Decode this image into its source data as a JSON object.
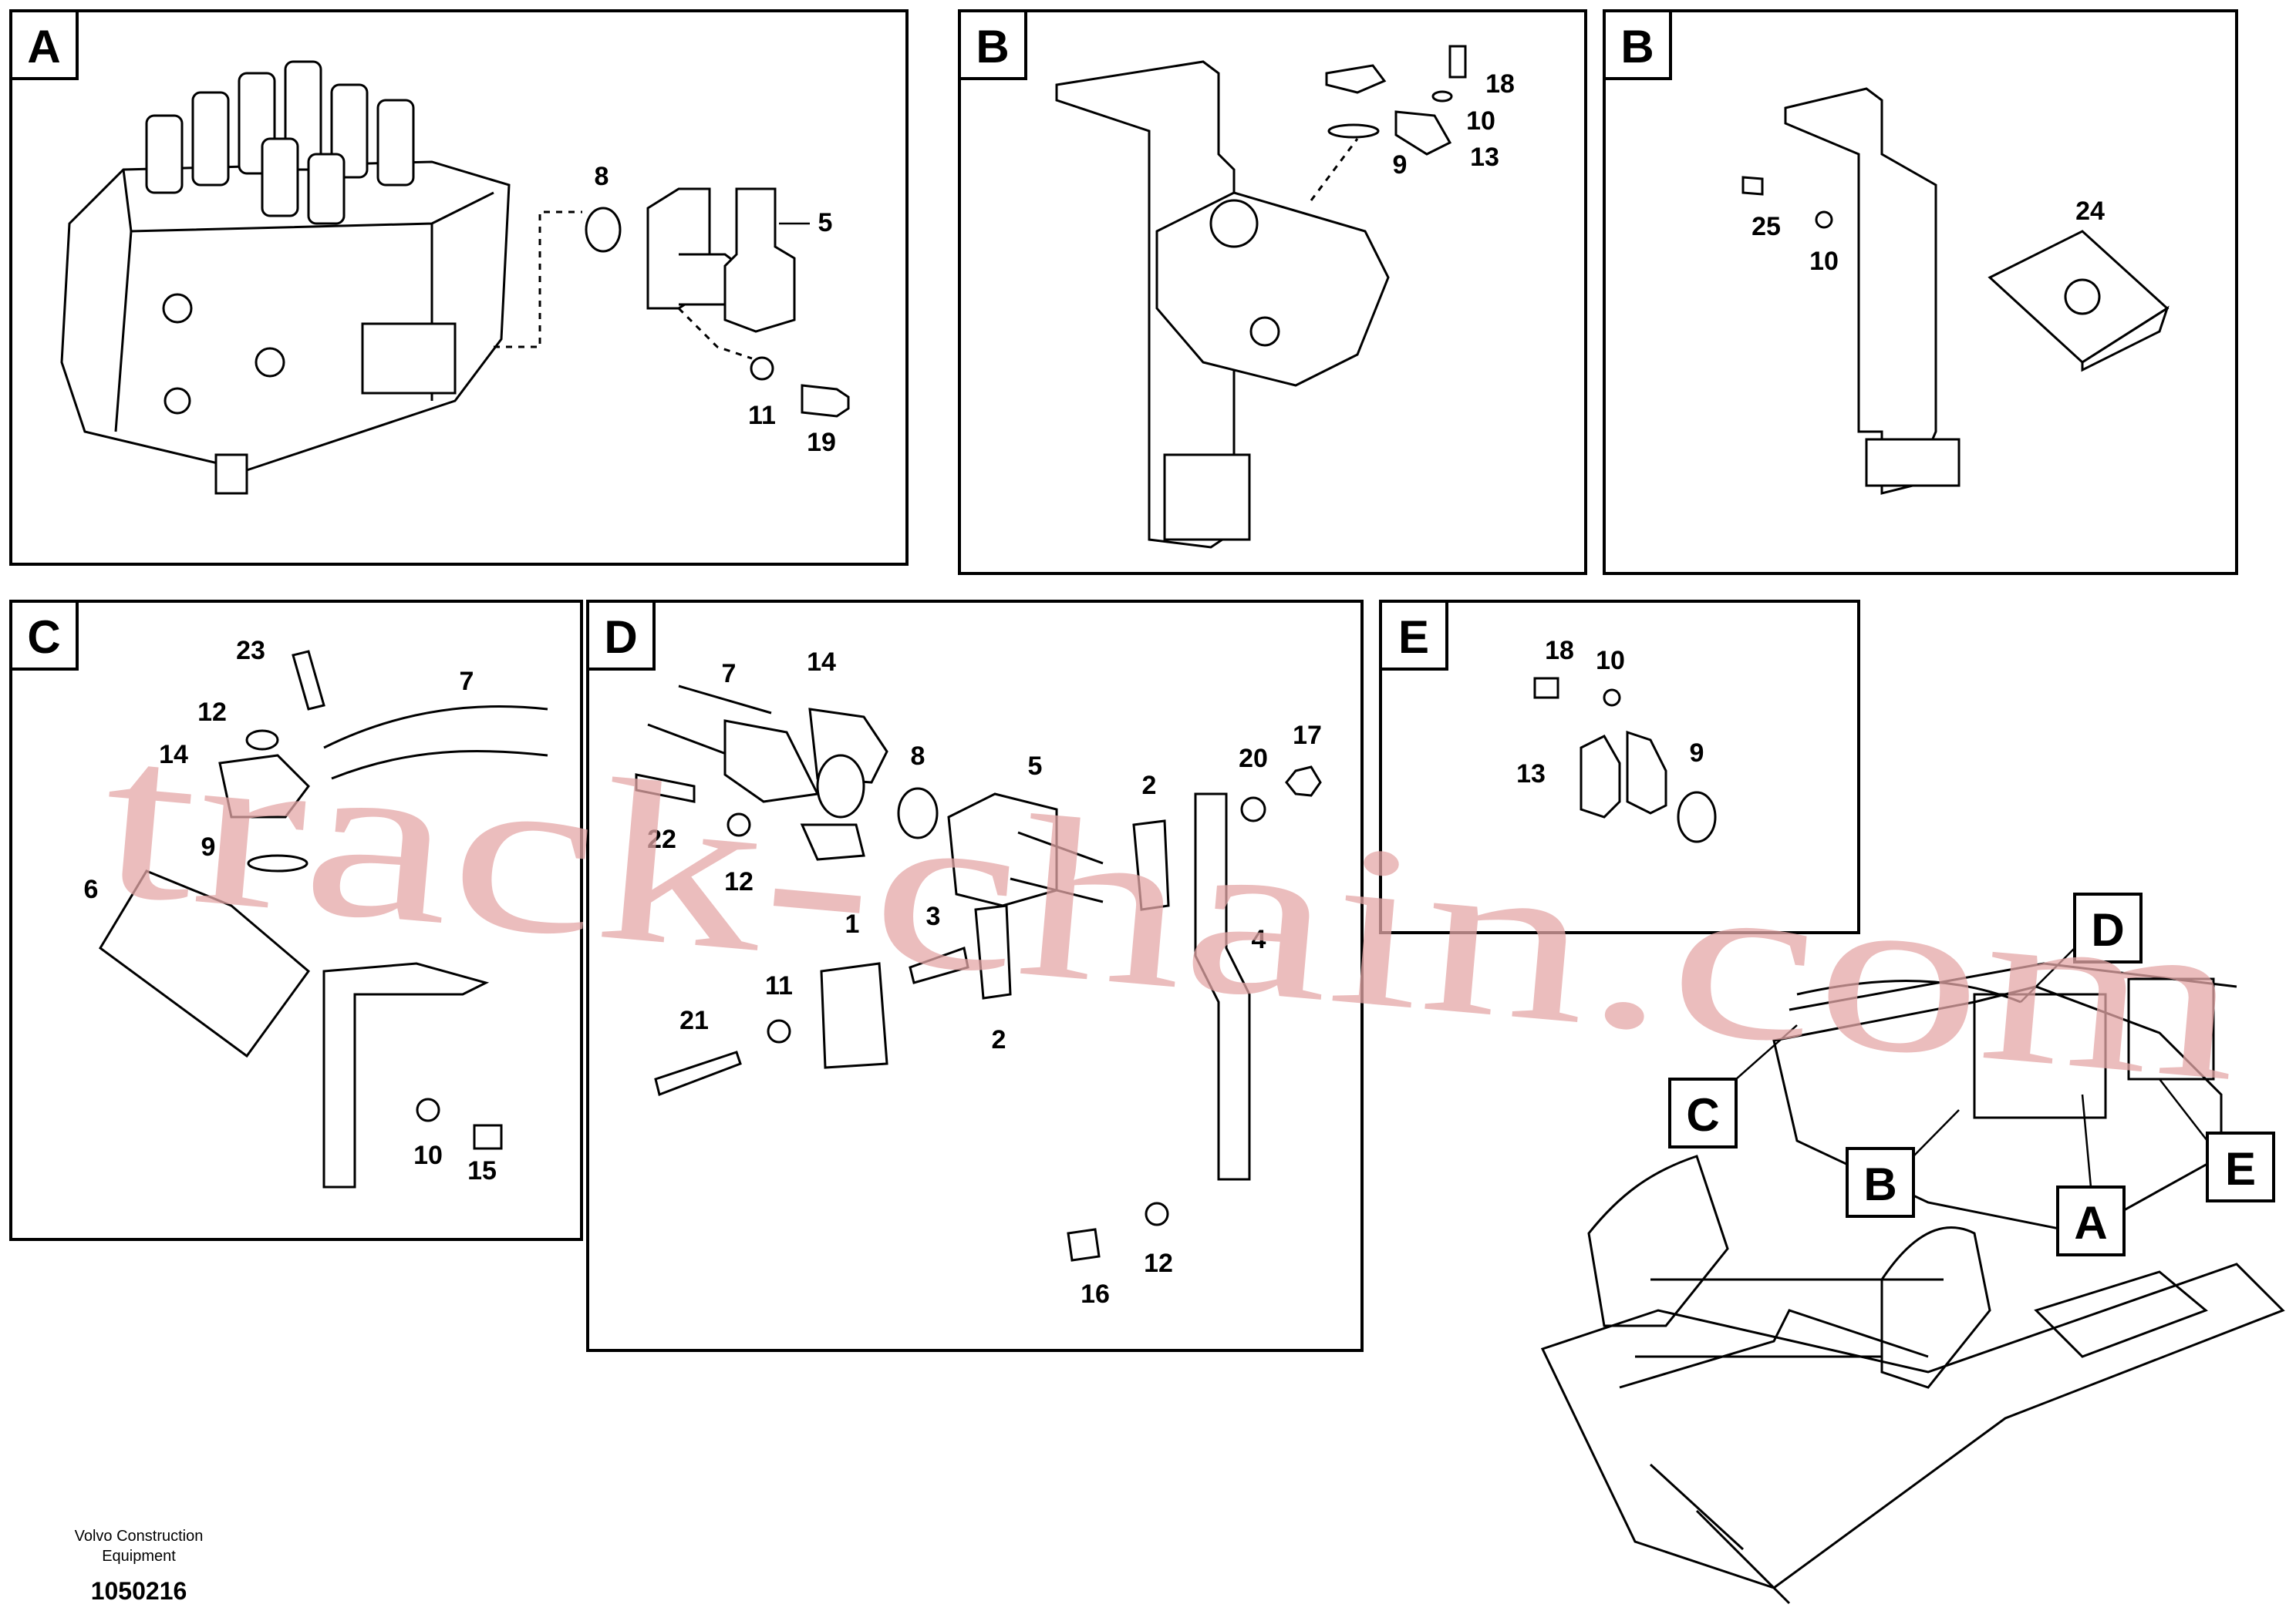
{
  "panels": {
    "a": {
      "label": "A",
      "parts": [
        "8",
        "5",
        "11",
        "19"
      ]
    },
    "b1": {
      "label": "B",
      "parts": [
        "18",
        "10",
        "9",
        "13"
      ]
    },
    "b2": {
      "label": "B",
      "parts": [
        "25",
        "10",
        "24"
      ]
    },
    "c": {
      "label": "C",
      "parts": [
        "23",
        "7",
        "12",
        "14",
        "9",
        "6",
        "10",
        "15"
      ]
    },
    "d": {
      "label": "D",
      "parts": [
        "7",
        "14",
        "8",
        "5",
        "2",
        "20",
        "17",
        "22",
        "12",
        "1",
        "3",
        "4",
        "11",
        "21",
        "2",
        "16",
        "12"
      ]
    },
    "e": {
      "label": "E",
      "parts": [
        "18",
        "10",
        "13",
        "9"
      ]
    }
  },
  "overview": {
    "callouts": [
      "D",
      "C",
      "B",
      "A",
      "E"
    ]
  },
  "footer": {
    "maker": "Volvo Construction Equipment",
    "code": "1050216"
  },
  "watermark": "track-chain.com"
}
